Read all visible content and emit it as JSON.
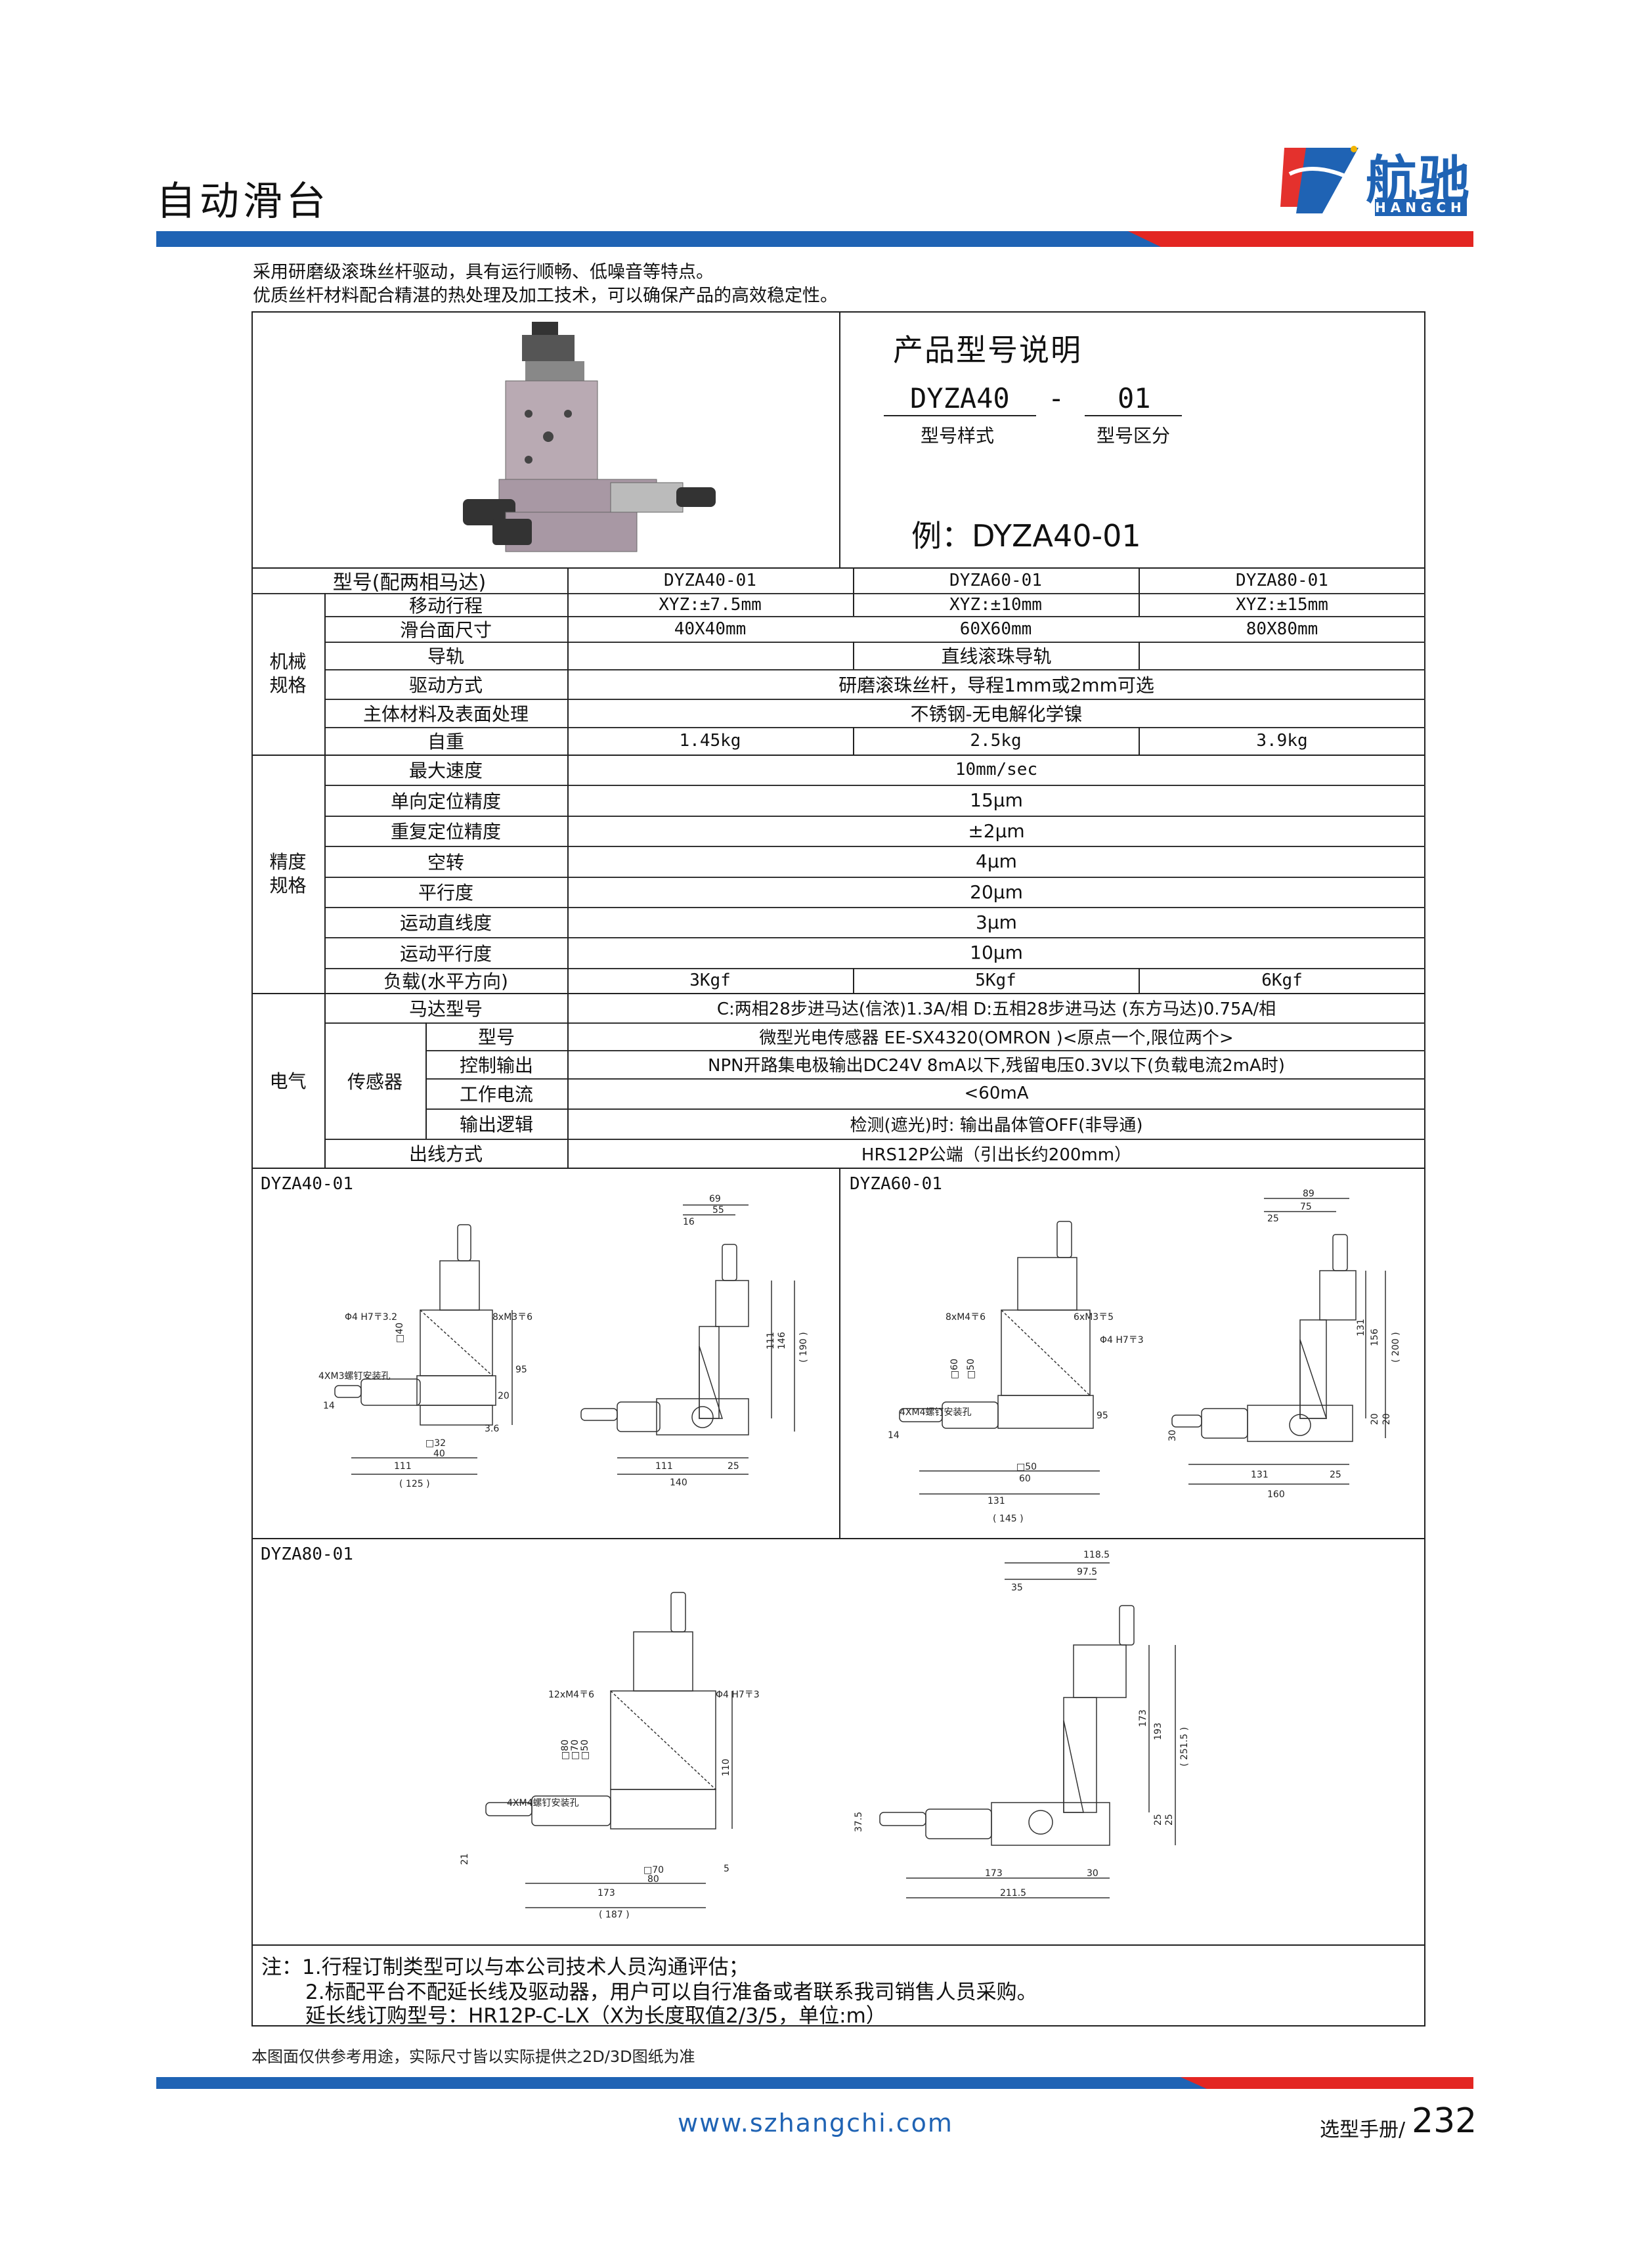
{
  "header": {
    "title": "自动滑台",
    "brand_cn": "航驰",
    "brand_en": "HANGCHI"
  },
  "intro": [
    "采用研磨级滚珠丝杆驱动，具有运行顺畅、低噪音等特点。",
    "优质丝杆材料配合精湛的热处理及加工技术，可以确保产品的高效稳定性。"
  ],
  "model_explanation": {
    "title": "产品型号说明",
    "code": "DYZA40",
    "dash": "-",
    "suffix": "01",
    "code_label": "型号样式",
    "suffix_label": "型号区分",
    "example": "例：DYZA40-01"
  },
  "spec_table": {
    "model_header": "型号(配两相马达)",
    "models": [
      "DYZA40-01",
      "DYZA60-01",
      "DYZA80-01"
    ],
    "groups": {
      "mechanical": "机械\n规格",
      "precision": "精度\n规格",
      "electrical": "电气",
      "sensor": "传感器"
    },
    "rows": {
      "travel": {
        "label": "移动行程",
        "values": [
          "XYZ:±7.5mm",
          "XYZ:±10mm",
          "XYZ:±15mm"
        ]
      },
      "table_size": {
        "label": "滑台面尺寸",
        "values": [
          "40X40mm",
          "60X60mm",
          "80X80mm"
        ]
      },
      "guide": {
        "label": "导轨",
        "value": "直线滚珠导轨"
      },
      "drive": {
        "label": "驱动方式",
        "value": "研磨滚珠丝杆，导程1mm或2mm可选"
      },
      "material": {
        "label": "主体材料及表面处理",
        "value": "不锈钢-无电解化学镍"
      },
      "weight": {
        "label": "自重",
        "values": [
          "1.45kg",
          "2.5kg",
          "3.9kg"
        ]
      },
      "max_speed": {
        "label": "最大速度",
        "value": "10mm/sec"
      },
      "uni_accuracy": {
        "label": "单向定位精度",
        "value": "15μm"
      },
      "repeat_accuracy": {
        "label": "重复定位精度",
        "value": "±2μm"
      },
      "backlash": {
        "label": "空转",
        "value": "4μm"
      },
      "parallelism": {
        "label": "平行度",
        "value": "20μm"
      },
      "straightness": {
        "label": "运动直线度",
        "value": "3μm"
      },
      "motion_parallelism": {
        "label": "运动平行度",
        "value": "10μm"
      },
      "load": {
        "label": "负载(水平方向)",
        "values": [
          "3Kgf",
          "5Kgf",
          "6Kgf"
        ]
      },
      "motor": {
        "label": "马达型号",
        "value": "C:两相28步进马达(信浓)1.3A/相 D:五相28步进马达 (东方马达)0.75A/相"
      },
      "sensor_model": {
        "label": "型号",
        "value": "微型光电传感器  EE-SX4320(OMRON )<原点一个,限位两个>"
      },
      "control_output": {
        "label": "控制输出",
        "value": "NPN开路集电极输出DC24V  8mA以下,残留电压0.3V以下(负载电流2mA时)"
      },
      "current": {
        "label": "工作电流",
        "value": "<60mA"
      },
      "logic": {
        "label": "输出逻辑",
        "value": "检测(遮光)时: 输出晶体管OFF(非导通)"
      },
      "wiring": {
        "label": "出线方式",
        "value": "HRS12P公端（引出长约200mm）"
      }
    }
  },
  "drawings": {
    "dyza40": {
      "label": "DYZA40-01",
      "front": [
        "Φ4 H7〒3.2",
        "8xM3〒6",
        "4XM3螺钉安装孔",
        "□40",
        "□32",
        "95",
        "3.6",
        "20",
        "14",
        "40",
        "111",
        "( 125 )"
      ],
      "side": [
        "69",
        "55",
        "16",
        "111",
        "146",
        "( 190 )",
        "111",
        "25",
        "140"
      ]
    },
    "dyza60": {
      "label": "DYZA60-01",
      "front": [
        "8xM4〒6",
        "6xM3〒5",
        "Φ4 H7〒3",
        "□60",
        "□50",
        "4XM4螺钉安装孔",
        "95",
        "14",
        "□50",
        "60",
        "131",
        "( 145 )"
      ],
      "side": [
        "89",
        "75",
        "25",
        "131",
        "156",
        "( 200 )",
        "20",
        "20",
        "30",
        "131",
        "25",
        "160"
      ]
    },
    "dyza80": {
      "label": "DYZA80-01",
      "front": [
        "12xM4〒6",
        "Φ4 H7〒3",
        "□80",
        "□70",
        "□50",
        "4XM4螺钉安装孔",
        "110",
        "21",
        "5",
        "□70",
        "80",
        "173",
        "( 187 )"
      ],
      "side": [
        "118.5",
        "97.5",
        "35",
        "173",
        "193",
        "( 251.5 )",
        "25",
        "25",
        "37.5",
        "173",
        "30",
        "211.5"
      ]
    }
  },
  "notes": [
    "注：1.行程订制类型可以与本公司技术人员沟通评估；",
    "2.标配平台不配延长线及驱动器，用户可以自行准备或者联系我司销售人员采购。",
    "延长线订购型号：HR12P-C-LX（X为长度取值2/3/5，单位:m）"
  ],
  "footer": {
    "disclaimer": "本图面仅供参考用途，实际尺寸皆以实际提供之2D/3D图纸为准",
    "website": "www.szhangchi.com",
    "manual": "选型手册/",
    "page": "232"
  },
  "colors": {
    "brand_blue": "#1f63b4",
    "brand_red": "#e32622"
  }
}
